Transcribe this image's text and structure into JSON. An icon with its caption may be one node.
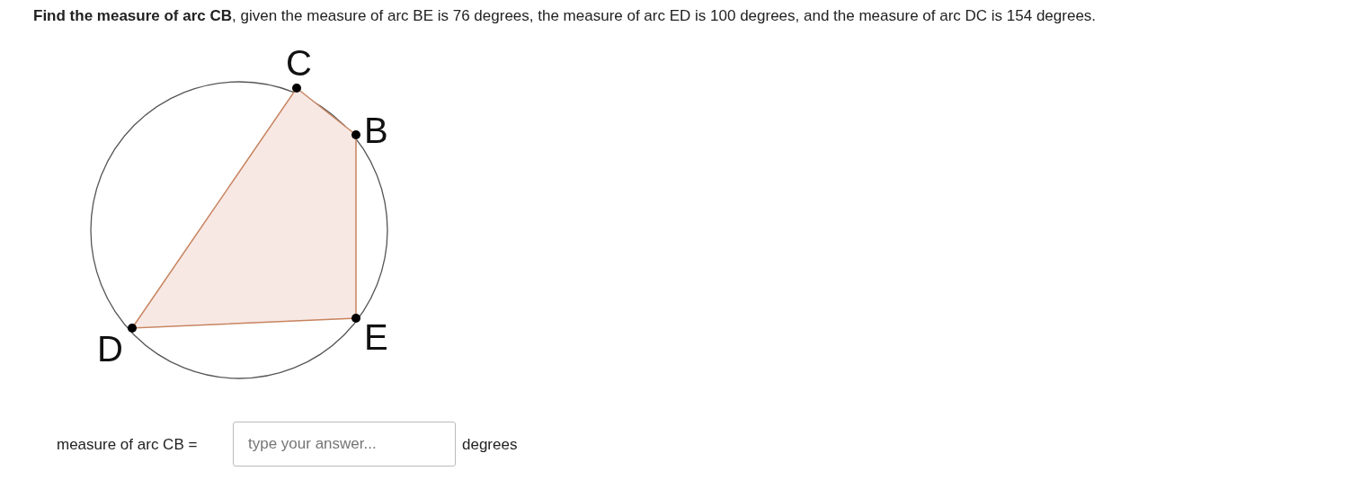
{
  "diagram": {
    "title": "**Find the measure of arc CB**, given the measure of arc BE is 76 degrees, the measure of arc ED is 100 degrees, and the measure of arc DC is 154 degrees.",
    "labels": [
      "C",
      "B",
      "E",
      "D",
      "measure of arc CB =",
      "type your answer...",
      "degrees"
    ]
  }
}
